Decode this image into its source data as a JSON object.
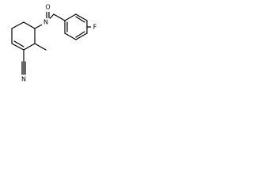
{
  "molecule": {
    "atoms": {
      "oxygen": "O",
      "nitrogen_ring": "N",
      "fluorine": "F",
      "nitrogen_nitrile": "N"
    }
  }
}
